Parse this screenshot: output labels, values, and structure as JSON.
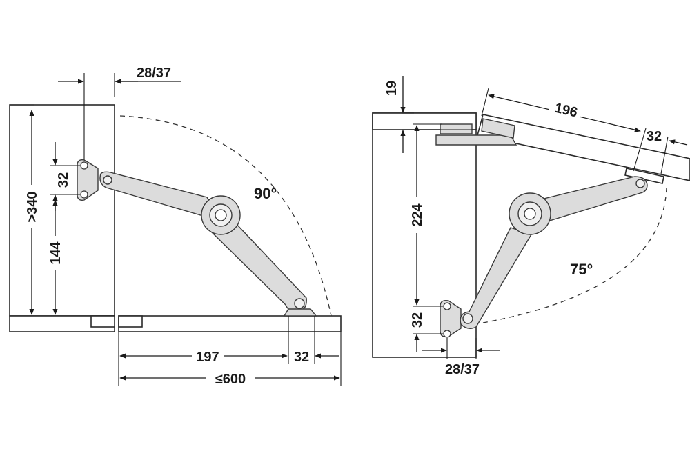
{
  "left_view": {
    "top_offset": "28/37",
    "hole_spacing": "32",
    "min_height": ">340",
    "mount_height": "144",
    "swing_angle": "90°",
    "horizontal_1": "197",
    "horizontal_2": "32",
    "max_depth": "≤600"
  },
  "right_view": {
    "panel_thickness": "19",
    "arm_length": "196",
    "end_offset": "32",
    "vertical_span": "224",
    "hole_spacing": "32",
    "swing_angle": "75°",
    "side_offset": "28/37"
  },
  "colors": {
    "line": "#1a1a1a",
    "arm_fill": "#dcdcdc",
    "background": "#ffffff"
  }
}
